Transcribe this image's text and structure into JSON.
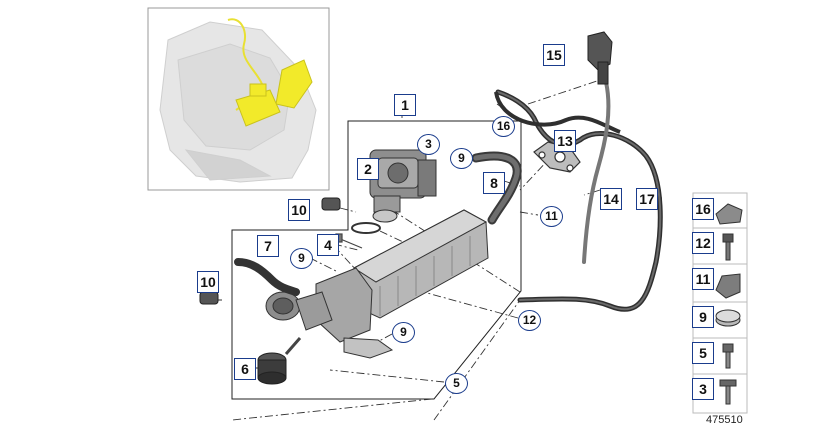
{
  "diagram": {
    "number": "475510",
    "callouts": {
      "c1": "1",
      "c2": "2",
      "c3": "3",
      "c4": "4",
      "c5": "5",
      "c6": "6",
      "c7": "7",
      "c8": "8",
      "c9a": "9",
      "c9b": "9",
      "c9c": "9",
      "c10a": "10",
      "c10b": "10",
      "c11": "11",
      "c12": "12",
      "c13": "13",
      "c14": "14",
      "c15": "15",
      "c16": "16",
      "c17": "17"
    },
    "legend": [
      "16",
      "12",
      "11",
      "9",
      "5",
      "3"
    ]
  }
}
